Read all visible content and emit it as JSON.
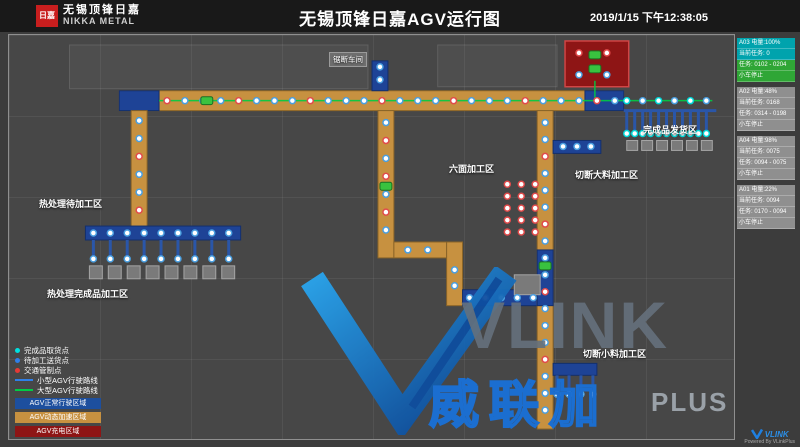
{
  "header": {
    "logo_badge": "日嘉",
    "logo_cn": "无锡顶锋日嘉",
    "logo_en": "NIKKA METAL",
    "title": "无锡顶锋日嘉AGV运行图",
    "timestamp": "2019/1/15 下午12:38:05"
  },
  "map": {
    "regions": [
      {
        "label": "锯断车间"
      },
      {
        "label": "完成品发货区"
      },
      {
        "label": "六面加工区"
      },
      {
        "label": "切断大料加工区"
      },
      {
        "label": "热处理待加工区"
      },
      {
        "label": "热处理完成品加工区"
      },
      {
        "label": "切断小料加工区"
      }
    ]
  },
  "legend": {
    "points": [
      {
        "label": "完成品取货点",
        "color": "#00e0e0"
      },
      {
        "label": "待加工送货点",
        "color": "#2f7fe8"
      },
      {
        "label": "交通管制点",
        "color": "#e53935"
      }
    ],
    "lines": [
      {
        "label": "小型AGV行驶路线",
        "color": "#2f7fe8"
      },
      {
        "label": "大型AGV行驶路线",
        "color": "#00cc44"
      }
    ],
    "zones": [
      {
        "label": "AGV正常行驶区域",
        "color": "#1d4f9e"
      },
      {
        "label": "AGV动态加速区域",
        "color": "#c79140"
      },
      {
        "label": "AGV充电区域",
        "color": "#8e1515"
      }
    ]
  },
  "agv_panels": [
    {
      "title": "A03 电量:100%",
      "current": "当前任务: 0",
      "task": "任务: 0102 - 0204",
      "status": "小车停止"
    },
    {
      "title": "A02 电量:48%",
      "current": "当前任务: 0168",
      "task": "任务: 0314 - 0198",
      "status": "小车停止"
    },
    {
      "title": "A04 电量:98%",
      "current": "当前任务: 0075",
      "task": "任务: 0094 - 0075",
      "status": "小车停止"
    },
    {
      "title": "A01 电量:22%",
      "current": "当前任务: 0094",
      "task": "任务: 0170 - 0094",
      "status": "小车停止"
    }
  ],
  "watermark": {
    "brand": "VLINK",
    "brand_cn": "威联加",
    "brand_suffix": "PLUS"
  },
  "footer": {
    "brand": "VLINK",
    "powered_by": "Powered By VLinkPlus"
  }
}
